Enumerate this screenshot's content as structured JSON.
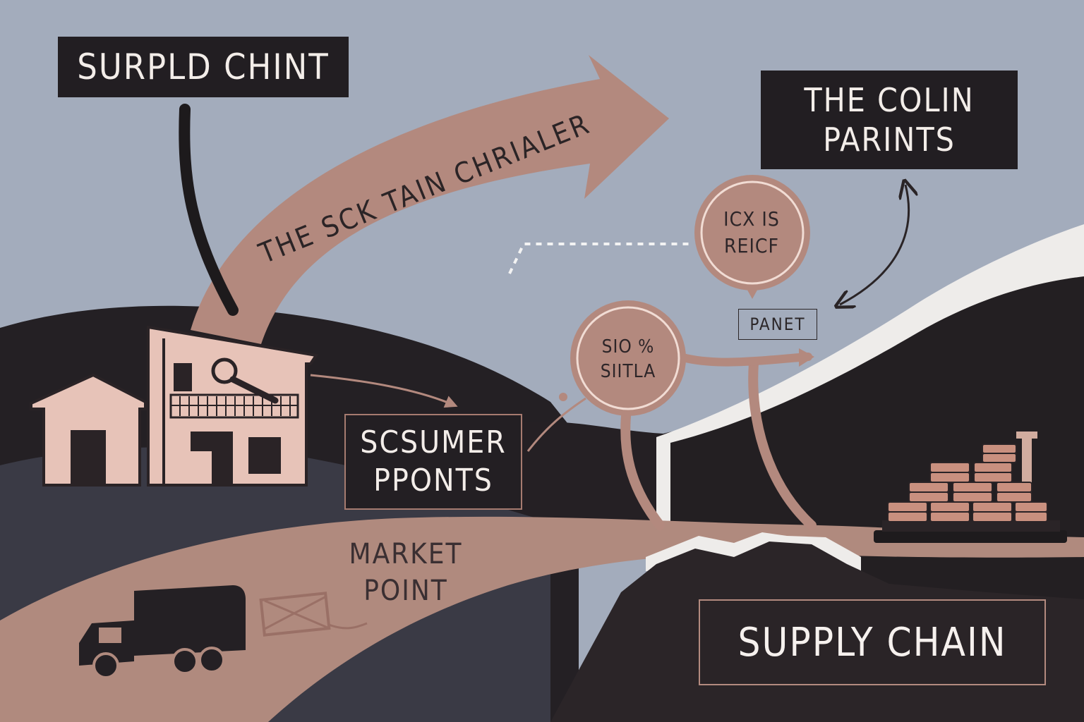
{
  "labels": {
    "surpld": "SURPLD CHINT",
    "colin": [
      "THE COLIN",
      "PARINTS"
    ],
    "arrow": "THE SCK TAIN CHRIALER",
    "icx": [
      "ICX IS",
      "REICF"
    ],
    "sio": [
      "SIO %",
      "SIITLA"
    ],
    "panet": "PANET",
    "scsumer": [
      "SCSUMER",
      "PPONTS"
    ],
    "market": [
      "MARKET",
      "POINT"
    ],
    "supply": "SUPPLY CHAIN"
  },
  "colors": {
    "sky": "#a3acbc",
    "hill_dark": "#231f23",
    "road": "#b08a7e",
    "arrow": "#b3897e",
    "house": "#e7c3b8",
    "label_bg": "#221e22",
    "snow": "#eeecea"
  },
  "icons": [
    "house-icon",
    "magnifier-icon",
    "truck-icon",
    "package-icon",
    "coin-stack-icon"
  ]
}
